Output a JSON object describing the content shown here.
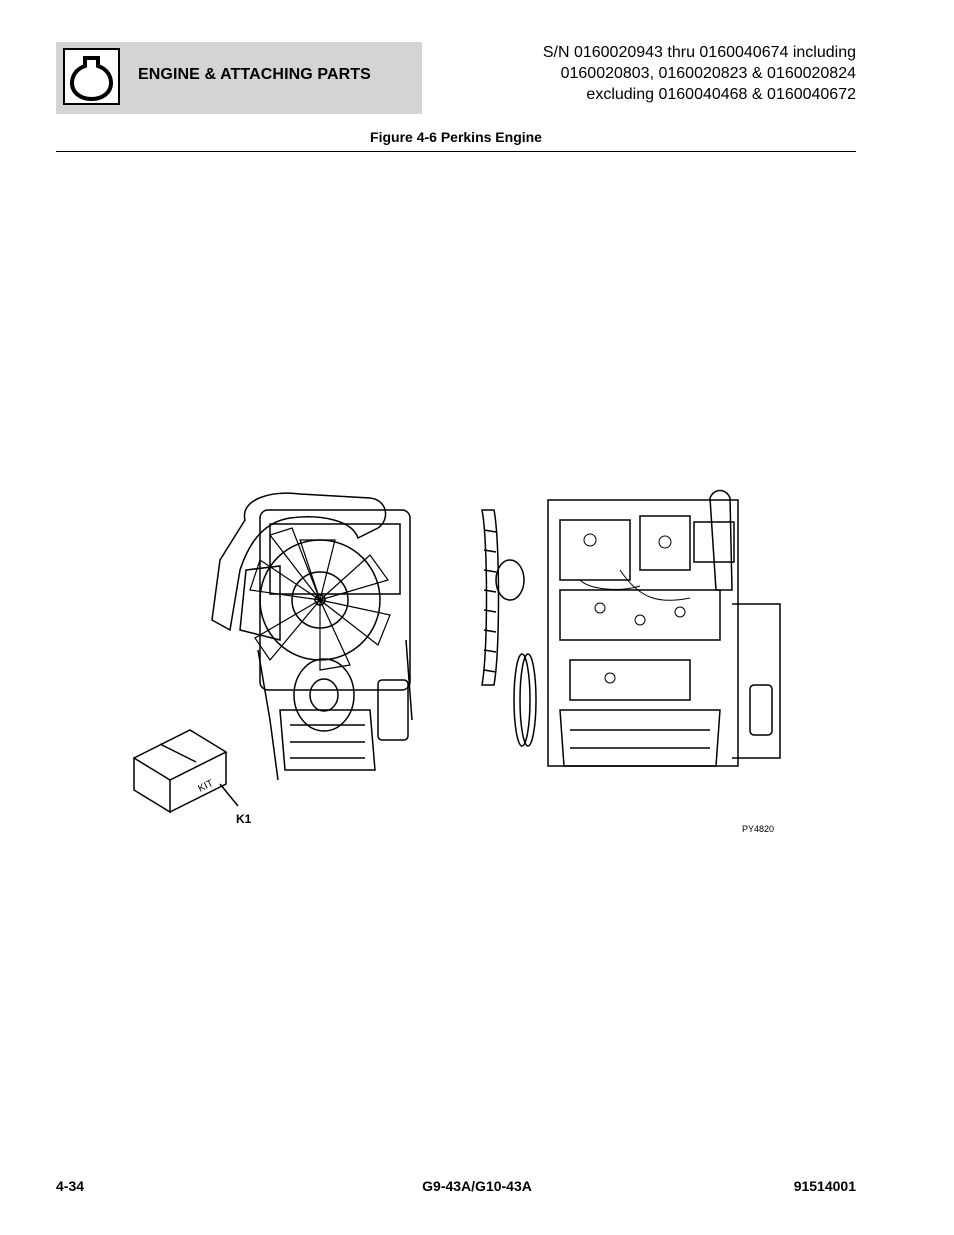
{
  "header": {
    "section_icon": "engine-icon",
    "section_title": "ENGINE & ATTACHING PARTS",
    "serial_lines": [
      "S/N 0160020943 thru 0160040674 including",
      "0160020803, 0160020823 & 0160020824",
      "excluding 0160040468 & 0160040672"
    ]
  },
  "figure": {
    "caption": "Figure 4-6 Perkins Engine",
    "kit_label": "KIT",
    "callout": "K1",
    "code": "PY4820"
  },
  "footer": {
    "page_number": "4-34",
    "model": "G9-43A/G10-43A",
    "doc_number": "91514001"
  },
  "colors": {
    "tab_background": "#d4d4d4",
    "text": "#000000"
  }
}
